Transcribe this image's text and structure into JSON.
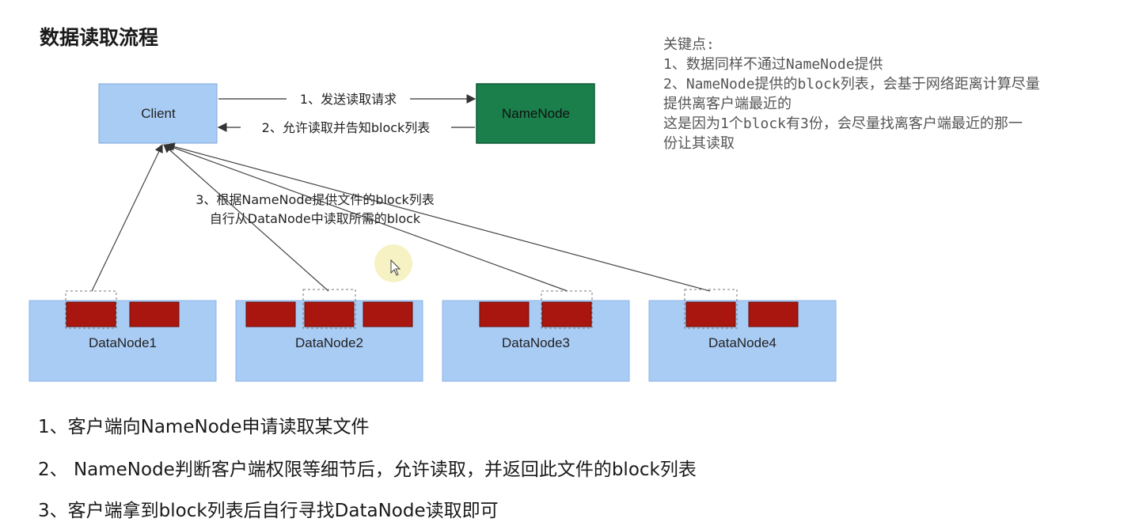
{
  "title": "数据读取流程",
  "key_points": [
    "关键点:",
    "1、数据同样不通过NameNode提供",
    "2、NameNode提供的block列表，会基于网络距离计算尽量",
    "提供离客户端最近的",
    "这是因为1个block有3份，会尽量找离客户端最近的那一",
    "份让其读取"
  ],
  "diagram": {
    "client_label": "Client",
    "namenode_label": "NameNode",
    "request_label": "1、发送读取请求",
    "response_label": "2、允许读取并告知block列表",
    "read_label_line1": "3、根据NameNode提供文件的block列表",
    "read_label_line2": "自行从DataNode中读取所需的block",
    "datanodes": [
      {
        "label": "DataNode1"
      },
      {
        "label": "DataNode2"
      },
      {
        "label": "DataNode3"
      },
      {
        "label": "DataNode4"
      }
    ],
    "colors": {
      "client_fill": "#a9ccf5",
      "namenode_fill": "#1a7f4b",
      "datanode_fill": "#a9ccf5",
      "block_fill": "#a8160f"
    }
  },
  "steps": [
    "1、客户端向NameNode申请读取某文件",
    "2、 NameNode判断客户端权限等细节后，允许读取，并返回此文件的block列表",
    "3、客户端拿到block列表后自行寻找DataNode读取即可"
  ]
}
